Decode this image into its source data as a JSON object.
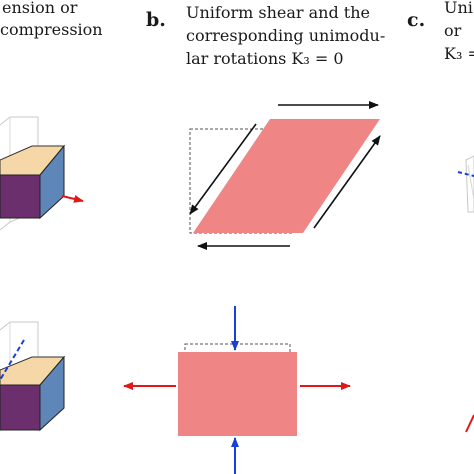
{
  "panel_a": {
    "caption_lines": [
      "ension    or",
      "compression"
    ]
  },
  "panel_b": {
    "label": "b.",
    "caption_lines": [
      "Uniform shear and the",
      "corresponding unimodu-",
      "lar rotations K₃ = 0"
    ]
  },
  "panel_c": {
    "label": "c.",
    "caption_lines": [
      "Uni",
      "or",
      "K₃ ="
    ]
  },
  "colors": {
    "shear_fill": "#ef8585",
    "compress_fill": "#ef8585",
    "arrow_red": "#e01818",
    "arrow_blue": "#1a3fd6",
    "box_top": "#f6d8a8",
    "box_front": "#6b2f6e",
    "box_side": "#5f86b8"
  }
}
